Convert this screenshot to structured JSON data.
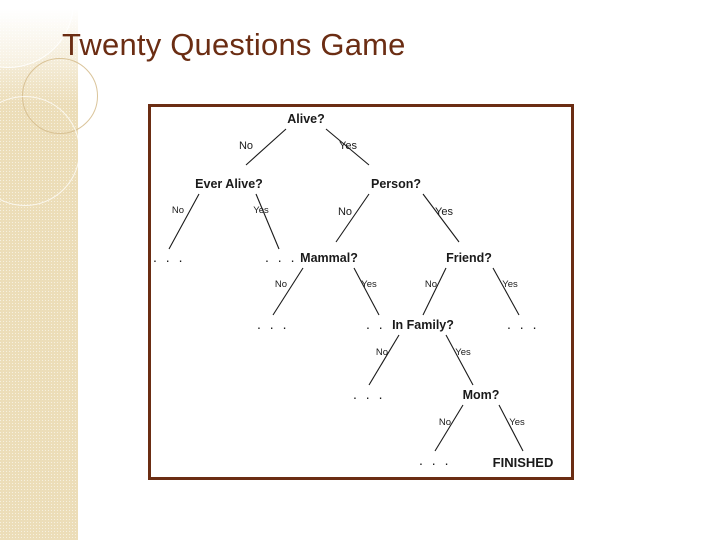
{
  "slide": {
    "title": "Twenty Questions Game",
    "title_color": "#6b2d13",
    "band_color": "#ecddb8",
    "frame_border_color": "#6b2d13"
  },
  "diagram": {
    "type": "decision-tree",
    "nodes": [
      {
        "id": "alive",
        "label": "Alive?"
      },
      {
        "id": "ever_alive",
        "label": "Ever Alive?"
      },
      {
        "id": "person",
        "label": "Person?"
      },
      {
        "id": "mammal",
        "label": "Mammal?"
      },
      {
        "id": "friend",
        "label": "Friend?"
      },
      {
        "id": "in_family",
        "label": "In Family?"
      },
      {
        "id": "mom",
        "label": "Mom?"
      }
    ],
    "edge_labels": {
      "alive_no": "No",
      "alive_yes": "Yes",
      "ever_alive_no": "No",
      "ever_alive_yes": "Yes",
      "person_no": "No",
      "person_yes": "Yes",
      "mammal_no": "No",
      "mammal_yes": "Yes",
      "friend_no": "No",
      "friend_yes": "Yes",
      "in_family_no": "No",
      "in_family_yes": "Yes",
      "mom_no": "No",
      "mom_yes": "Yes"
    },
    "leaves": {
      "ellipsis": ". . .",
      "finished": "FINISHED"
    }
  }
}
